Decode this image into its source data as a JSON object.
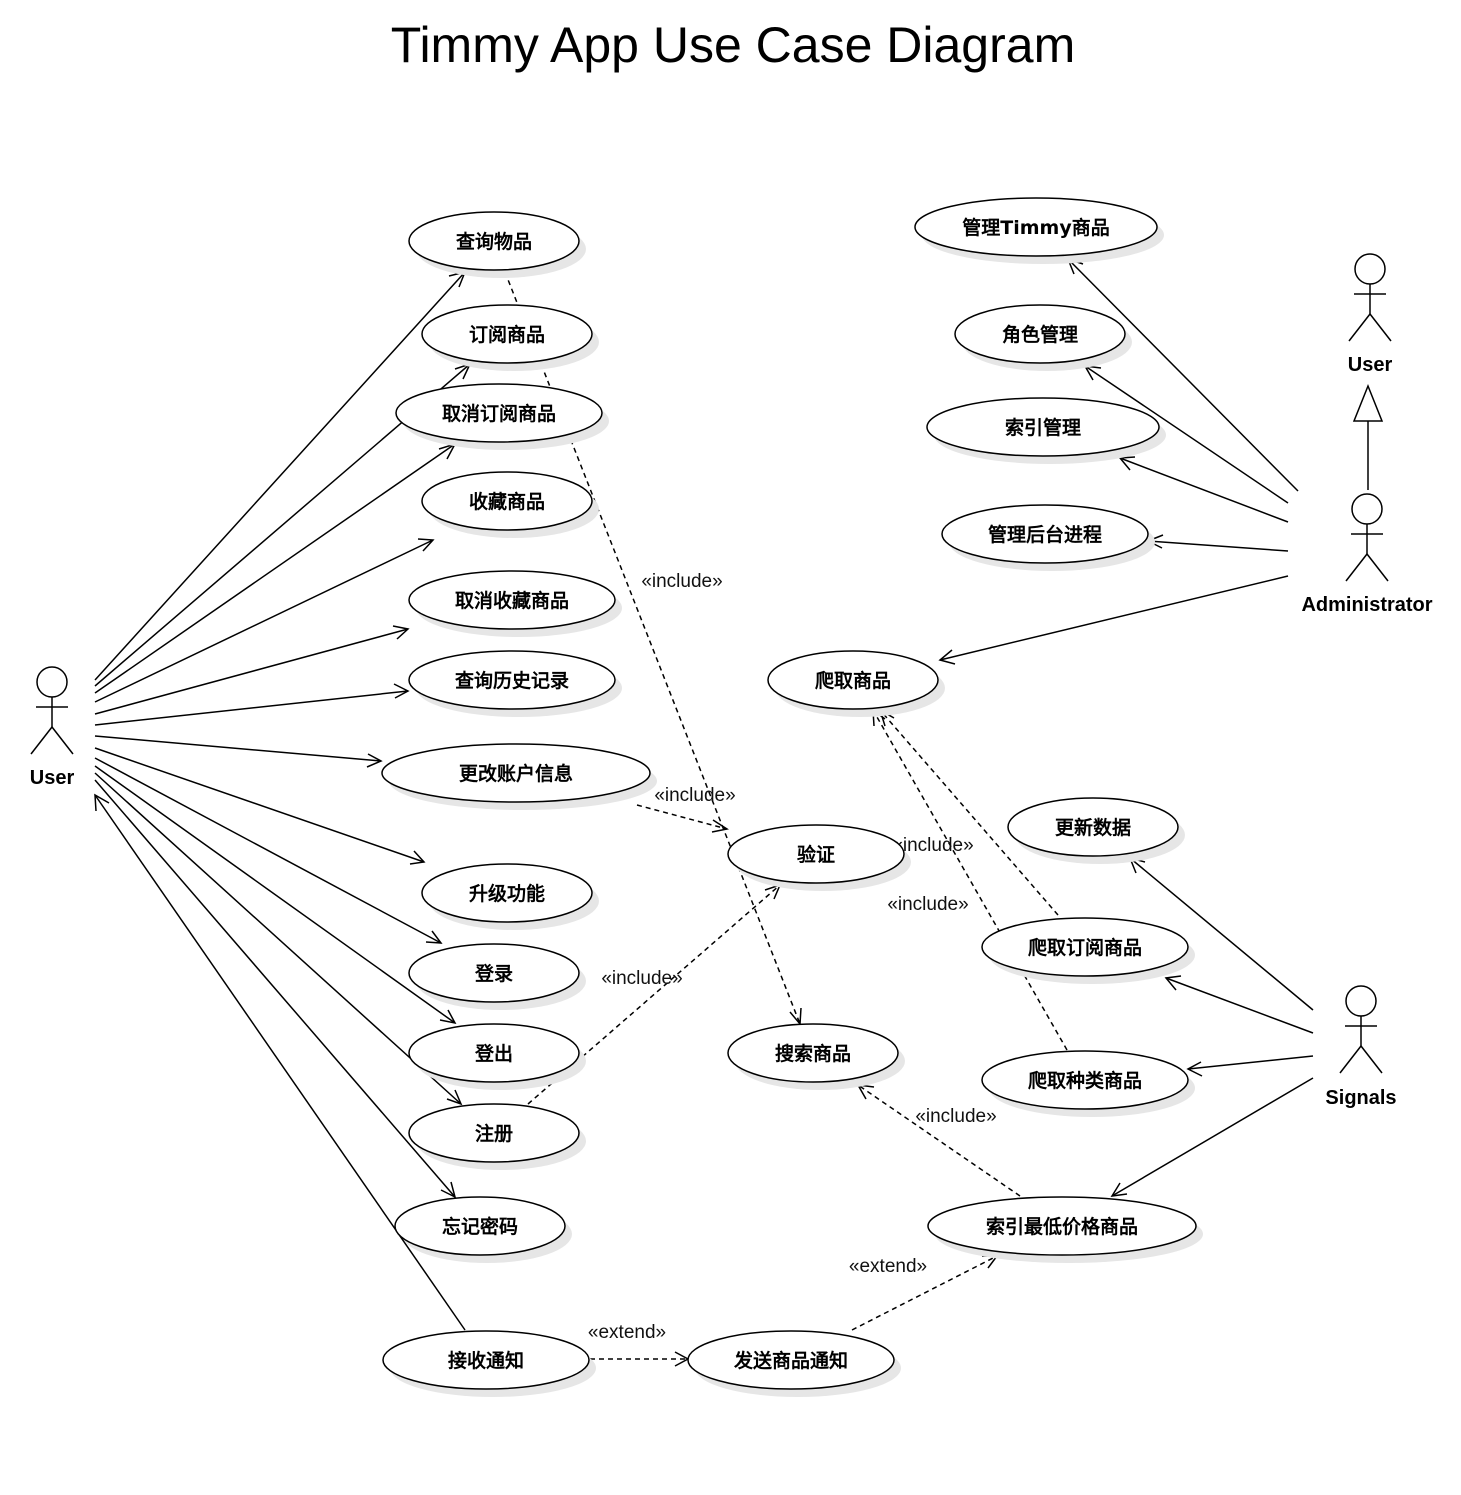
{
  "title": "Timmy App Use Case Diagram",
  "actors": {
    "user": "User",
    "user_general": "User",
    "administrator": "Administrator",
    "signals": "Signals"
  },
  "use_cases": {
    "query_items": "查询物品",
    "subscribe": "订阅商品",
    "unsubscribe": "取消订阅商品",
    "favorite": "收藏商品",
    "unfavorite": "取消收藏商品",
    "history": "查询历史记录",
    "change_account": "更改账户信息",
    "upgrade": "升级功能",
    "login": "登录",
    "logout": "登出",
    "register": "注册",
    "forgot_password": "忘记密码",
    "receive_notify": "接收通知",
    "manage_timmy": "管理Timmy商品",
    "role_manage": "角色管理",
    "index_manage": "索引管理",
    "backend_process": "管理后台进程",
    "crawl_items": "爬取商品",
    "verify": "验证",
    "search_items": "搜索商品",
    "update_data": "更新数据",
    "crawl_subscribed": "爬取订阅商品",
    "crawl_category": "爬取种类商品",
    "index_lowest": "索引最低价格商品",
    "send_notify": "发送商品通知"
  },
  "relations": {
    "include": "«include»",
    "extend": "«extend»"
  }
}
